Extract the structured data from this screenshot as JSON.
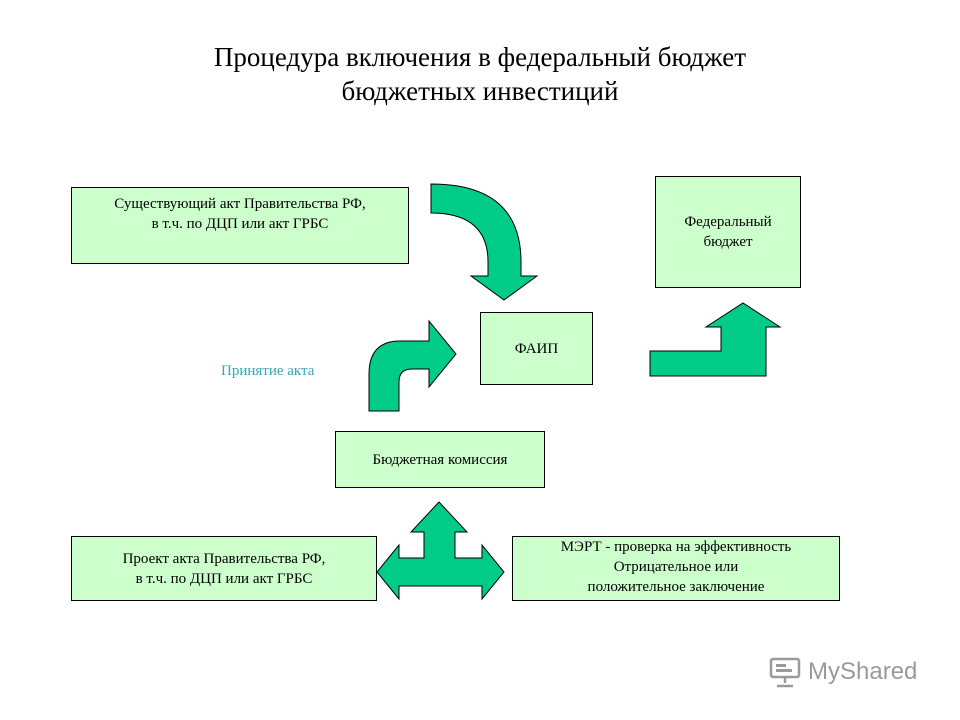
{
  "title": {
    "line1": "Процедура включения в федеральный бюджет",
    "line2": "бюджетных инвестиций"
  },
  "boxes": {
    "existing_act": {
      "line1": "Существующий акт Правительства РФ,",
      "line2": "в т.ч. по ДЦП или акт ГРБС"
    },
    "federal_budget": {
      "line1": "Федеральный",
      "line2": "бюджет"
    },
    "faip": {
      "label": "ФАИП"
    },
    "budget_commission": {
      "label": "Бюджетная комиссия"
    },
    "draft_act": {
      "line1": "Проект акта Правительства РФ,",
      "line2": "в т.ч. по ДЦП или акт ГРБС"
    },
    "mert": {
      "line1": "МЭРТ - проверка на эффективность",
      "line2": "Отрицательное или",
      "line3": "положительное заключение"
    }
  },
  "labels": {
    "act_adoption": "Принятие акта"
  },
  "watermark": {
    "text": "MyShared"
  },
  "colors": {
    "box_fill": "#ccffcc",
    "arrow_fill": "#00cc88",
    "label_accent": "#3aa6b6"
  }
}
